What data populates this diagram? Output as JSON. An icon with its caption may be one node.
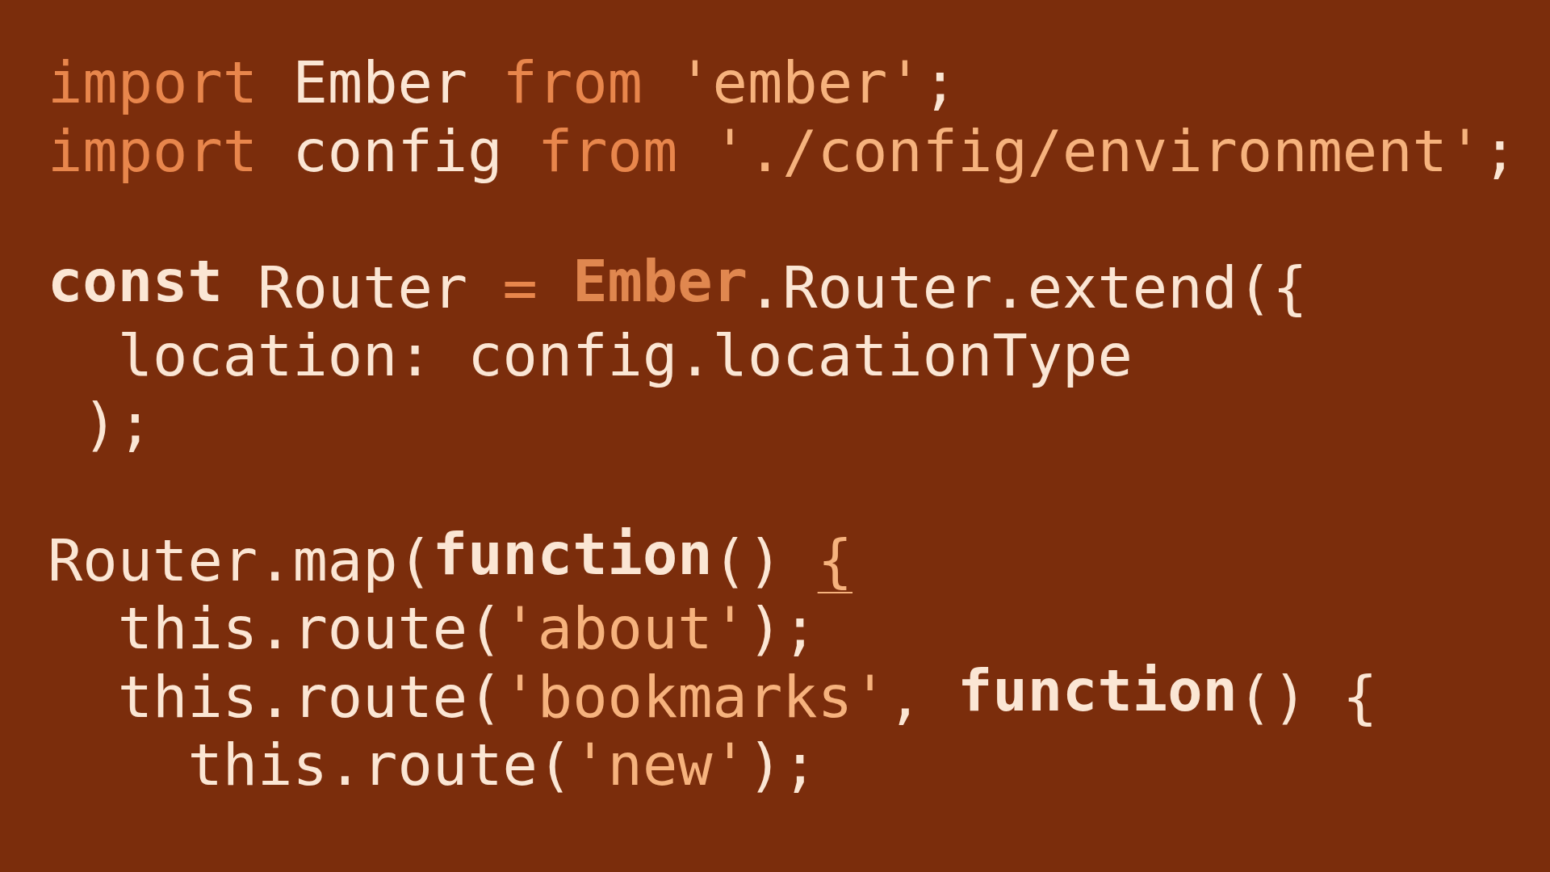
{
  "diagram": {
    "labels": [
      "import",
      "Ember",
      "from",
      "'ember'",
      ";",
      "import",
      "config",
      "from",
      "'./config/environment'",
      ";",
      "const",
      "Router",
      "=",
      "Ember",
      ".Router.extend({",
      "location:",
      "config.locationType",
      ");",
      "Router.map(",
      "function",
      "()",
      "{",
      "this.route(",
      "'about'",
      ");",
      "this.route(",
      "'bookmarks'",
      ",",
      "function",
      "()",
      "{",
      "this.route(",
      "'new'",
      ");"
    ]
  }
}
